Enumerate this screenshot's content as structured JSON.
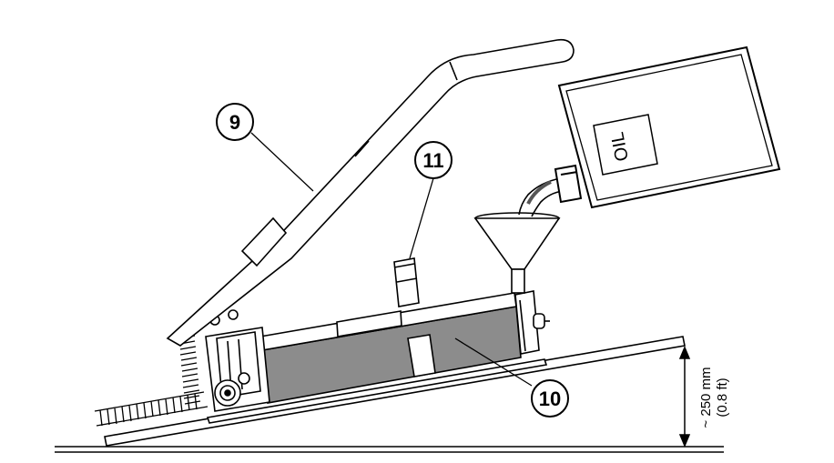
{
  "callouts": {
    "handle": "9",
    "reservoir": "10",
    "filler_cap": "11"
  },
  "oil_can": {
    "label": "OIL"
  },
  "dimension": {
    "value": "~ 250 mm",
    "imperial": "(0.8 ft)"
  }
}
